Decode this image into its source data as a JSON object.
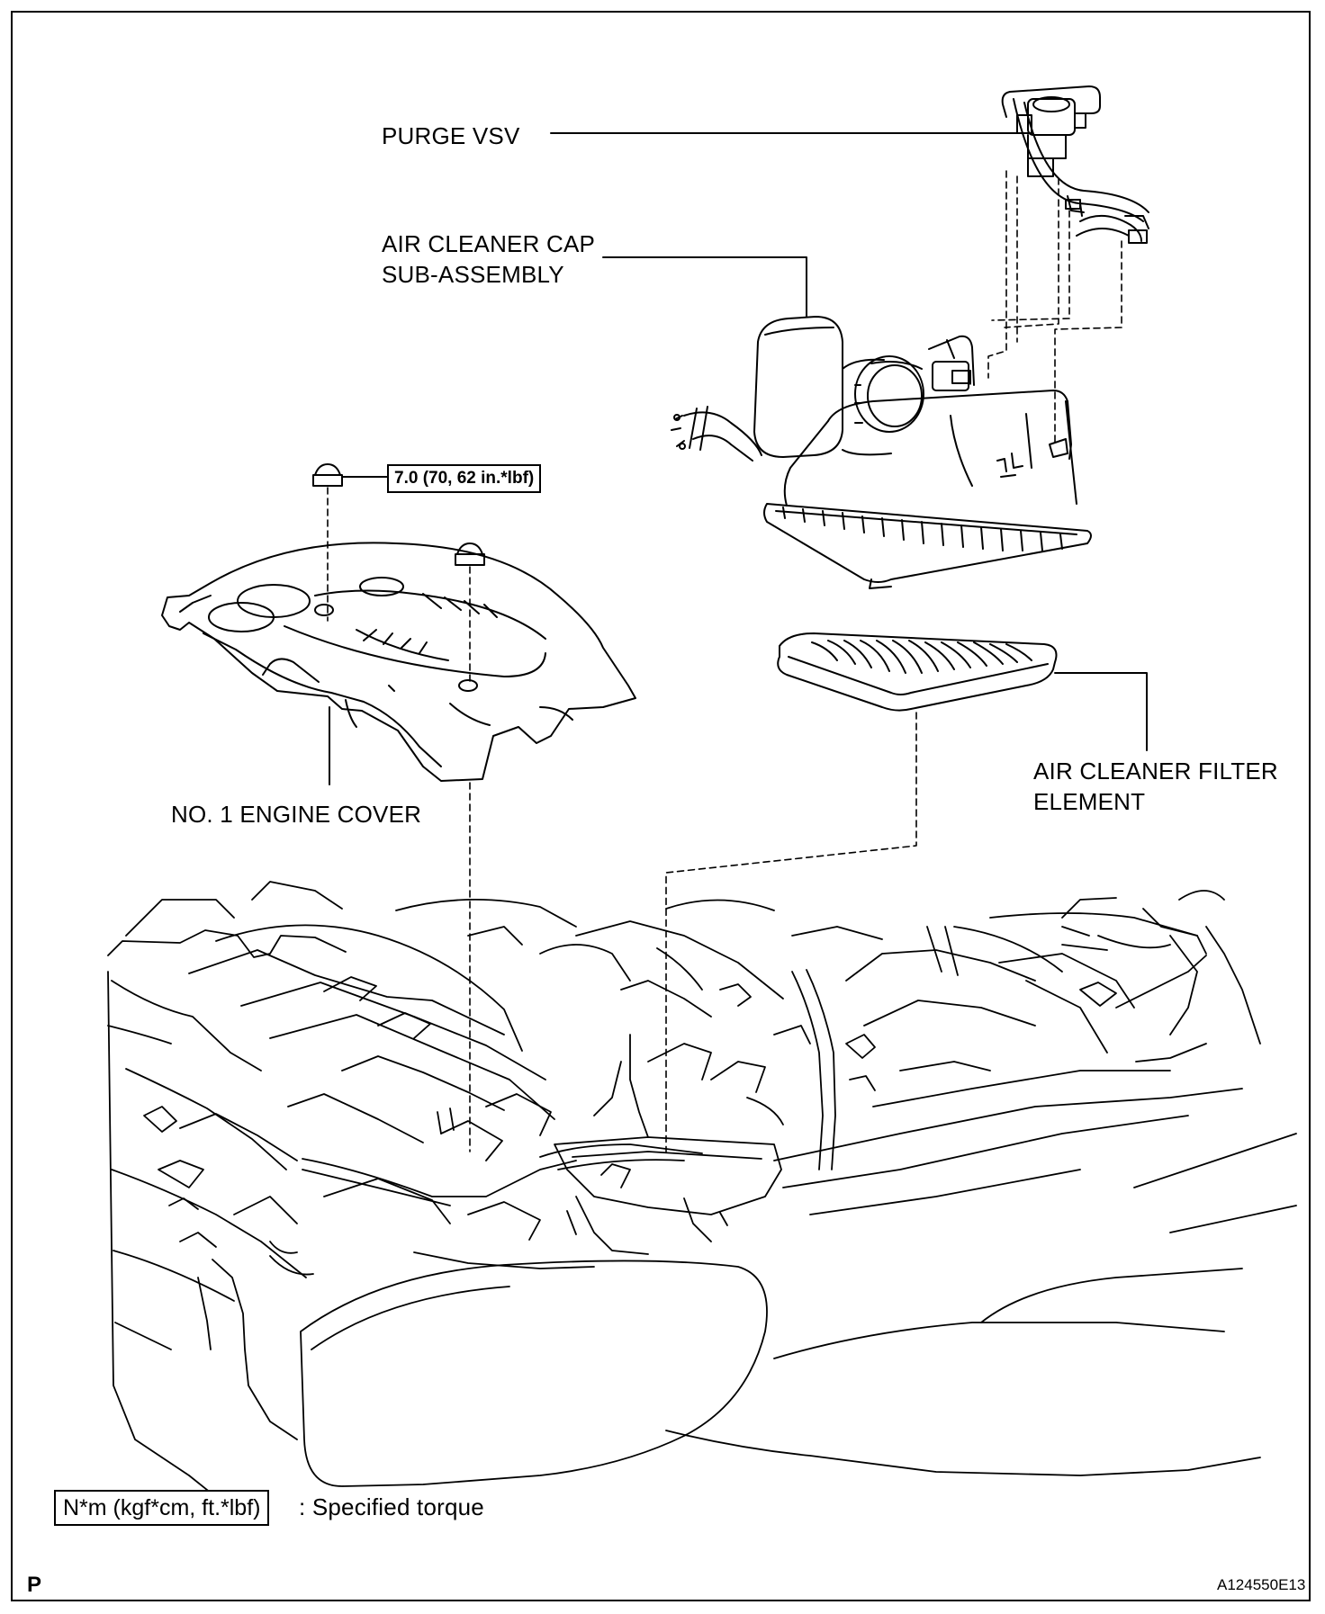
{
  "labels": {
    "purge_vsv": "PURGE VSV",
    "air_cleaner_cap_line1": "AIR CLEANER CAP",
    "air_cleaner_cap_line2": "SUB-ASSEMBLY",
    "filter_line1": "AIR CLEANER FILTER",
    "filter_line2": "ELEMENT",
    "engine_cover": "NO. 1 ENGINE COVER"
  },
  "torque": {
    "value": "7.0 (70, 62 in.*lbf)"
  },
  "legend": {
    "unit_box": "N*m (kgf*cm, ft.*lbf)",
    "description": ": Specified torque"
  },
  "footer": {
    "page_letter": "P",
    "figure_id": "A124550E13"
  }
}
